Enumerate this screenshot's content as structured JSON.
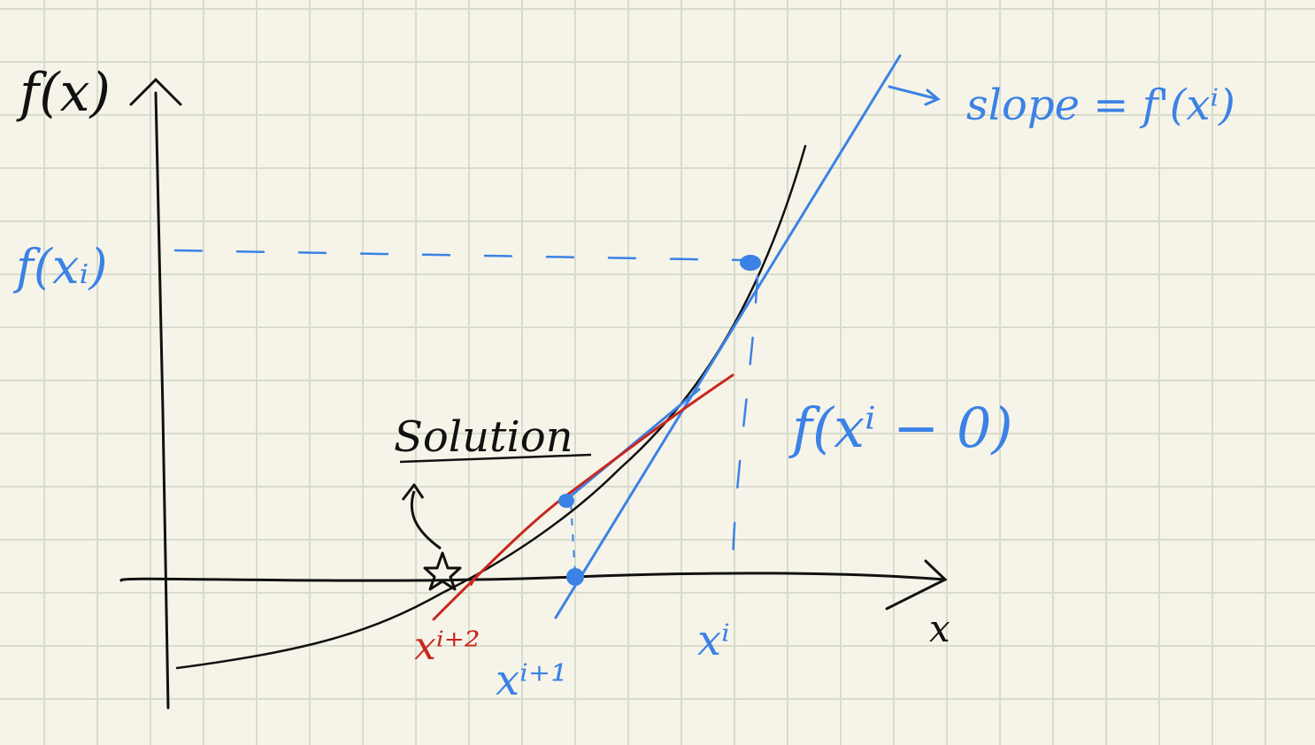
{
  "labels": {
    "y_axis": "f(x)",
    "x_axis": "x",
    "f_xi": "f(xᵢ)",
    "slope": "slope = f'(xⁱ)",
    "f_expr": "f(xⁱ − 0)",
    "solution": "Solution",
    "x_i": "xⁱ",
    "x_i1": "xⁱ⁺¹",
    "x_i2": "xⁱ⁺²"
  },
  "colors": {
    "paper": "#f6f4e8",
    "grid": "#d7dccd",
    "ink": "#111111",
    "blue": "#3b82e6",
    "red": "#c8281e"
  }
}
